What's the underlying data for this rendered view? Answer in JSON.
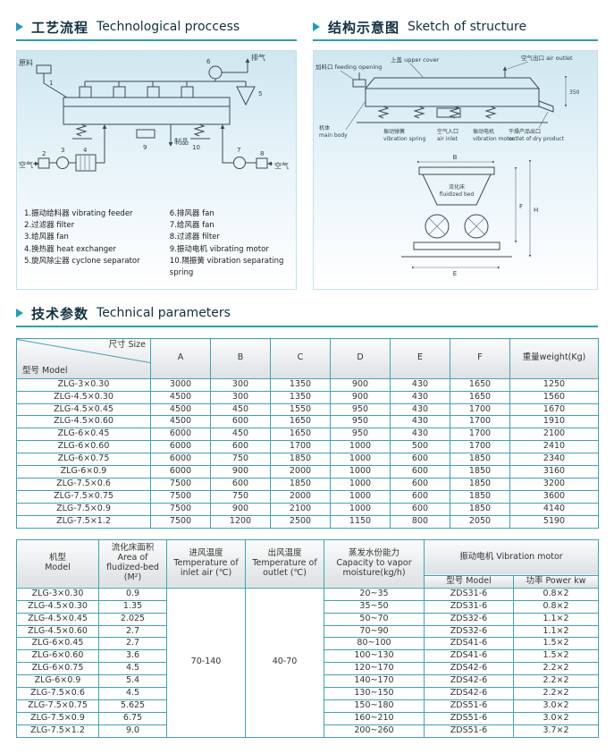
{
  "accent": "#1e9fb5",
  "sections": {
    "process": {
      "cn": "工艺流程",
      "en": "Technological proccess"
    },
    "structure": {
      "cn": "结构示意图",
      "en": "Sketch of structure"
    },
    "parameters": {
      "cn": "技术参数",
      "en": "Technical parameters"
    }
  },
  "process_diagram": {
    "labels": {
      "raw_material": "原料",
      "exhaust": "排气",
      "air_left": "空气",
      "air_right": "空气",
      "product": "制品"
    },
    "markers": [
      "1",
      "2",
      "3",
      "4",
      "5",
      "6",
      "7",
      "8",
      "9",
      "10"
    ],
    "legend_col1": [
      "1.振动给料器  vibrating feeder",
      "2.过滤器  filter",
      "3.给风器  fan",
      "4.换热器  heat exchanger",
      "5.旋风除尘器  cyclone separator"
    ],
    "legend_col2": [
      "6.排风器  fan",
      "7.给风器  fan",
      "8.过滤器  filter",
      "9.振动电机  vibrating motor",
      "10.隔振簧  vibration separating spring"
    ]
  },
  "structure_diagram": {
    "labels": {
      "upper_cover_cn": "上盖",
      "upper_cover_en": "upper cover",
      "air_outlet_cn": "空气出口",
      "air_outlet_en": "air outlet",
      "feeding_cn": "加料口",
      "feeding_en": "feeding opening",
      "dry_product_cn": "干燥产品出口",
      "dry_product_en": "outlet of dry product",
      "main_body_cn": "机体",
      "main_body_en": "main body",
      "spring_cn": "振动弹簧",
      "spring_en": "vibration spring",
      "air_inlet_cn": "空气入口",
      "air_inlet_en": "air inlet",
      "motor_cn": "振动电机",
      "motor_en": "vibration motor",
      "bed_cn": "流化床",
      "bed_en": "fluidized bed",
      "dim_350": "350",
      "dim_B": "B",
      "dim_E": "E",
      "dim_F": "F",
      "dim_H": "H"
    }
  },
  "table1": {
    "corner_top": "尺寸 Size",
    "corner_bottom": "型号 Model",
    "columns": [
      "A",
      "B",
      "C",
      "D",
      "E",
      "F",
      "重量weight(Kg)"
    ],
    "rows": [
      [
        "ZLG-3×0.30",
        "3000",
        "300",
        "1350",
        "900",
        "430",
        "1650",
        "1250"
      ],
      [
        "ZLG-4.5×0.30",
        "4500",
        "300",
        "1350",
        "900",
        "430",
        "1650",
        "1560"
      ],
      [
        "ZLG-4.5×0.45",
        "4500",
        "450",
        "1550",
        "950",
        "430",
        "1700",
        "1670"
      ],
      [
        "ZLG-4.5×0.60",
        "4500",
        "600",
        "1650",
        "950",
        "430",
        "1700",
        "1910"
      ],
      [
        "ZLG-6×0.45",
        "6000",
        "450",
        "1650",
        "950",
        "430",
        "1700",
        "2100"
      ],
      [
        "ZLG-6×0.60",
        "6000",
        "600",
        "1700",
        "1000",
        "500",
        "1700",
        "2410"
      ],
      [
        "ZLG-6×0.75",
        "6000",
        "750",
        "1850",
        "1000",
        "600",
        "1850",
        "2340"
      ],
      [
        "ZLG-6×0.9",
        "6000",
        "900",
        "2000",
        "1000",
        "600",
        "1850",
        "3160"
      ],
      [
        "ZLG-7.5×0.6",
        "7500",
        "600",
        "1850",
        "1000",
        "600",
        "1850",
        "3200"
      ],
      [
        "ZLG-7.5×0.75",
        "7500",
        "750",
        "2000",
        "1000",
        "600",
        "1850",
        "3600"
      ],
      [
        "ZLG-7.5×0.9",
        "7500",
        "900",
        "2100",
        "1000",
        "600",
        "1850",
        "4140"
      ],
      [
        "ZLG-7.5×1.2",
        "7500",
        "1200",
        "2500",
        "1150",
        "800",
        "2050",
        "5190"
      ]
    ]
  },
  "table2": {
    "headers": {
      "model": "机型\nModel",
      "area": "流化床面积\nArea of\nfludized-bed\n(M²)",
      "inlet": "进风温度\nTemperature of\ninlet air (℃)",
      "outlet": "出风温度\nTemperature of\noutlet (℃)",
      "capacity": "蒸发水份能力\nCapacity to vapor\nmoisture(kg/h)",
      "motor_group": "振动电机 Vibration motor",
      "motor_model": "型号 Model",
      "motor_power": "功率 Power kw"
    },
    "inlet_value": "70-140",
    "outlet_value": "40-70",
    "rows": [
      [
        "ZLG-3×0.30",
        "0.9",
        "20~35",
        "ZDS31-6",
        "0.8×2"
      ],
      [
        "ZLG-4.5×0.30",
        "1.35",
        "35~50",
        "ZDS31-6",
        "0.8×2"
      ],
      [
        "ZLG-4.5×0.45",
        "2.025",
        "50~70",
        "ZDS32-6",
        "1.1×2"
      ],
      [
        "ZLG-4.5×0.60",
        "2.7",
        "70~90",
        "ZDS32-6",
        "1.1×2"
      ],
      [
        "ZLG-6×0.45",
        "2.7",
        "80~100",
        "ZDS41-6",
        "1.5×2"
      ],
      [
        "ZLG-6×0.60",
        "3.6",
        "100~130",
        "ZDS41-6",
        "1.5×2"
      ],
      [
        "ZLG-6×0.75",
        "4.5",
        "120~170",
        "ZDS42-6",
        "2.2×2"
      ],
      [
        "ZLG-6×0.9",
        "5.4",
        "140~170",
        "ZDS42-6",
        "2.2×2"
      ],
      [
        "ZLG-7.5×0.6",
        "4.5",
        "130~150",
        "ZDS42-6",
        "2.2×2"
      ],
      [
        "ZLG-7.5×0.75",
        "5.625",
        "150~180",
        "ZDS51-6",
        "3.0×2"
      ],
      [
        "ZLG-7.5×0.9",
        "6.75",
        "160~210",
        "ZDS51-6",
        "3.0×2"
      ],
      [
        "ZLG-7.5×1.2",
        "9.0",
        "200~260",
        "ZDS51-6",
        "3.7×2"
      ]
    ]
  }
}
